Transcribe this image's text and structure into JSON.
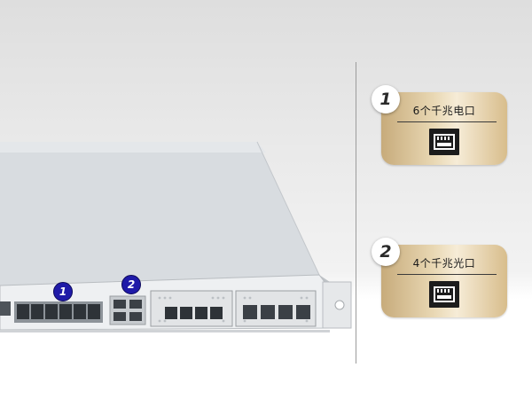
{
  "features": [
    {
      "number": "1",
      "label": "6个千兆电口",
      "icon": "ethernet-port-icon"
    },
    {
      "number": "2",
      "label": "4个千兆光口",
      "icon": "ethernet-port-icon"
    }
  ],
  "photo_markers": [
    "1",
    "2"
  ],
  "colors": {
    "marker_blue": "#1f1aa8",
    "card_gold": "#e9d8b4",
    "chassis_grey": "#d9dde1"
  }
}
